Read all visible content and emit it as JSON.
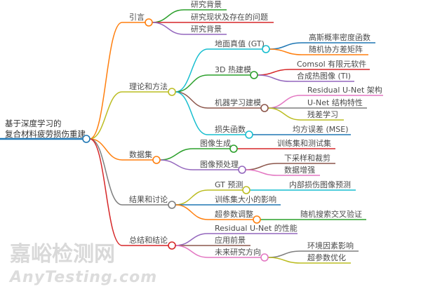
{
  "watermark": {
    "brand": "嘉峪检测网",
    "site": "AnyTesting.com"
  },
  "tree": {
    "label_line1": "基于深度学习的",
    "label_line2": "复合材料疲劳损伤重建",
    "color": "#1f77b4",
    "children": [
      {
        "label": "引言",
        "color": "#ff7f0e",
        "children": [
          {
            "label": "研究背景",
            "color": "#2ca02c"
          },
          {
            "label": "研究现状及存在的问题",
            "color": "#d62728"
          },
          {
            "label": "研究背景",
            "color": "#9467bd"
          }
        ]
      },
      {
        "label": "理论和方法",
        "color": "#bcbd22",
        "children": [
          {
            "label": "地面真值 (GT)",
            "color": "#17becf",
            "children": [
              {
                "label": "高斯概率密度函数",
                "color": "#1f77b4"
              },
              {
                "label": "随机协方差矩阵",
                "color": "#ff7f0e"
              }
            ]
          },
          {
            "label": "3D 热建模",
            "color": "#2ca02c",
            "children": [
              {
                "label": "Comsol 有限元软件",
                "color": "#d62728"
              },
              {
                "label": "合成热图像 (TI)",
                "color": "#9467bd"
              }
            ]
          },
          {
            "label": "机器学习建模",
            "color": "#8c564b",
            "children": [
              {
                "label": "Residual U-Net 架构",
                "color": "#e377c2"
              },
              {
                "label": "U-Net 结构特性",
                "color": "#7f7f7f"
              },
              {
                "label": "残差学习",
                "color": "#bcbd22"
              }
            ]
          },
          {
            "label": "损失函数",
            "color": "#17becf",
            "children": [
              {
                "label": "均方误差 (MSE)",
                "color": "#1f77b4"
              }
            ]
          }
        ]
      },
      {
        "label": "数据集",
        "color": "#ff7f0e",
        "children": [
          {
            "label": "图像生成",
            "color": "#2ca02c",
            "children": [
              {
                "label": "训练集和测试集",
                "color": "#d62728"
              }
            ]
          },
          {
            "label": "图像预处理",
            "color": "#9467bd",
            "children": [
              {
                "label": "下采样和裁剪",
                "color": "#8c564b"
              },
              {
                "label": "数据增强",
                "color": "#e377c2"
              }
            ]
          }
        ]
      },
      {
        "label": "结果和讨论",
        "color": "#7f7f7f",
        "children": [
          {
            "label": "GT 预测",
            "color": "#bcbd22",
            "children": [
              {
                "label": "内部损伤图像预测",
                "color": "#17becf"
              }
            ]
          },
          {
            "label": "训练集大小的影响",
            "color": "#1f77b4"
          },
          {
            "label": "超参数调整",
            "color": "#ff7f0e",
            "children": [
              {
                "label": "随机搜索交叉验证",
                "color": "#2ca02c"
              }
            ]
          }
        ]
      },
      {
        "label": "总结和结论",
        "color": "#d62728",
        "children": [
          {
            "label": "Residual U-Net 的性能",
            "color": "#9467bd"
          },
          {
            "label": "应用前景",
            "color": "#8c564b"
          },
          {
            "label": "未来研究方向",
            "color": "#e377c2",
            "children": [
              {
                "label": "环境因素影响",
                "color": "#7f7f7f"
              },
              {
                "label": "超参数优化",
                "color": "#bcbd22"
              }
            ]
          }
        ]
      }
    ]
  }
}
